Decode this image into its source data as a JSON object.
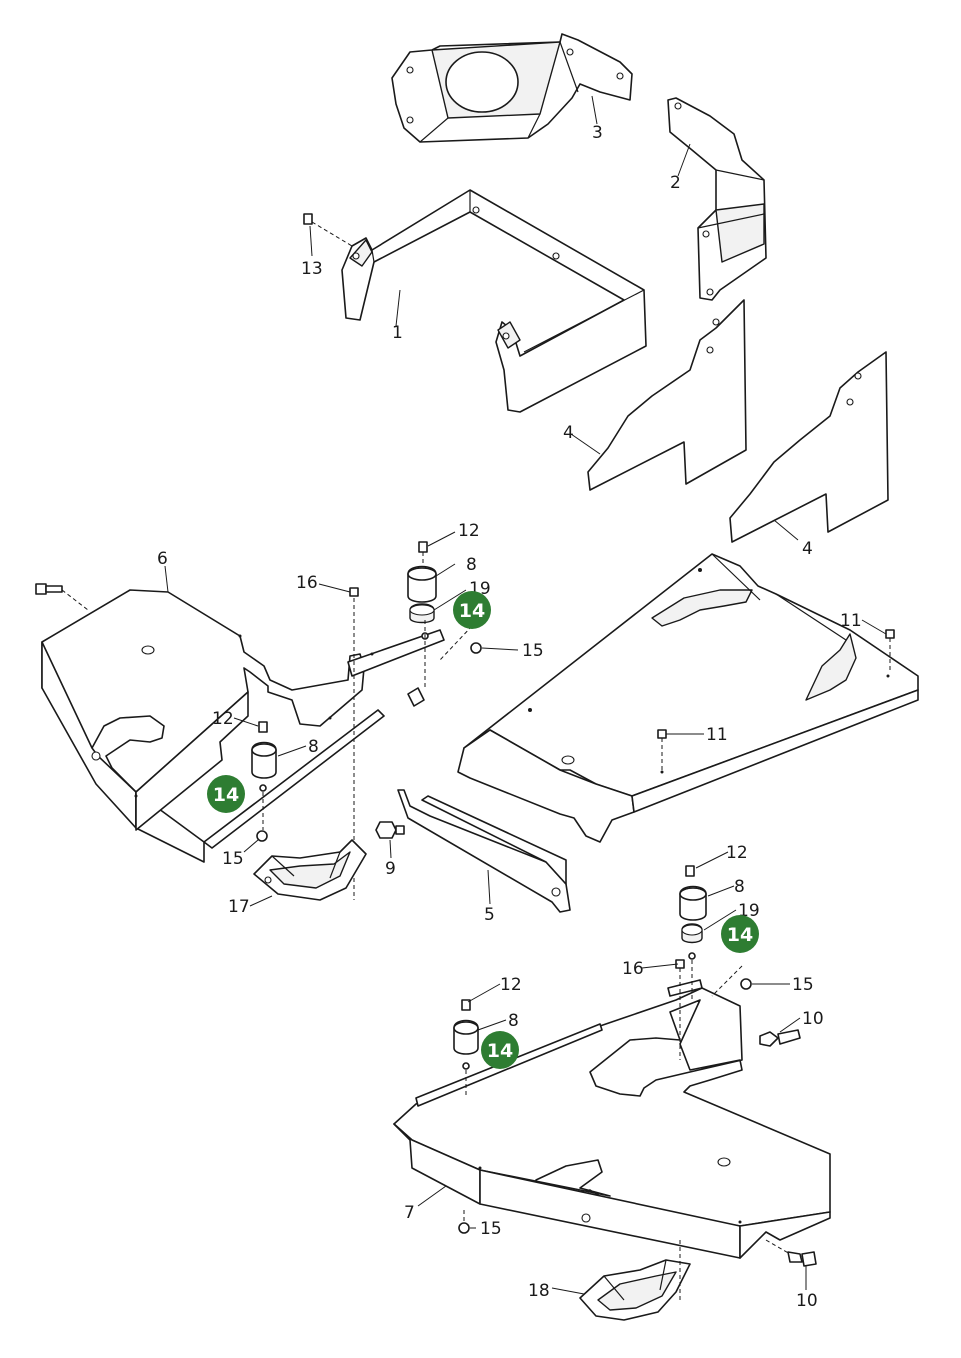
{
  "labels": {
    "p1": "1",
    "p2": "2",
    "p3": "3",
    "p4a": "4",
    "p4b": "4",
    "p5": "5",
    "p6": "6",
    "p7": "7",
    "p8a": "8",
    "p8b": "8",
    "p8c": "8",
    "p8d": "8",
    "p9": "9",
    "p10a": "10",
    "p10b": "10",
    "p11a": "11",
    "p11b": "11",
    "p12a": "12",
    "p12b": "12",
    "p12c": "12",
    "p12d": "12",
    "p13": "13",
    "p15a": "15",
    "p15b": "15",
    "p15c": "15",
    "p15d": "15",
    "p16a": "16",
    "p16b": "16",
    "p17": "17",
    "p18": "18",
    "p19a": "19",
    "p19b": "19"
  },
  "highlights": {
    "h1": "14",
    "h2": "14",
    "h3": "14",
    "h4": "14"
  },
  "colors": {
    "highlight": "#2e7d32",
    "line": "#1a1a1a"
  }
}
